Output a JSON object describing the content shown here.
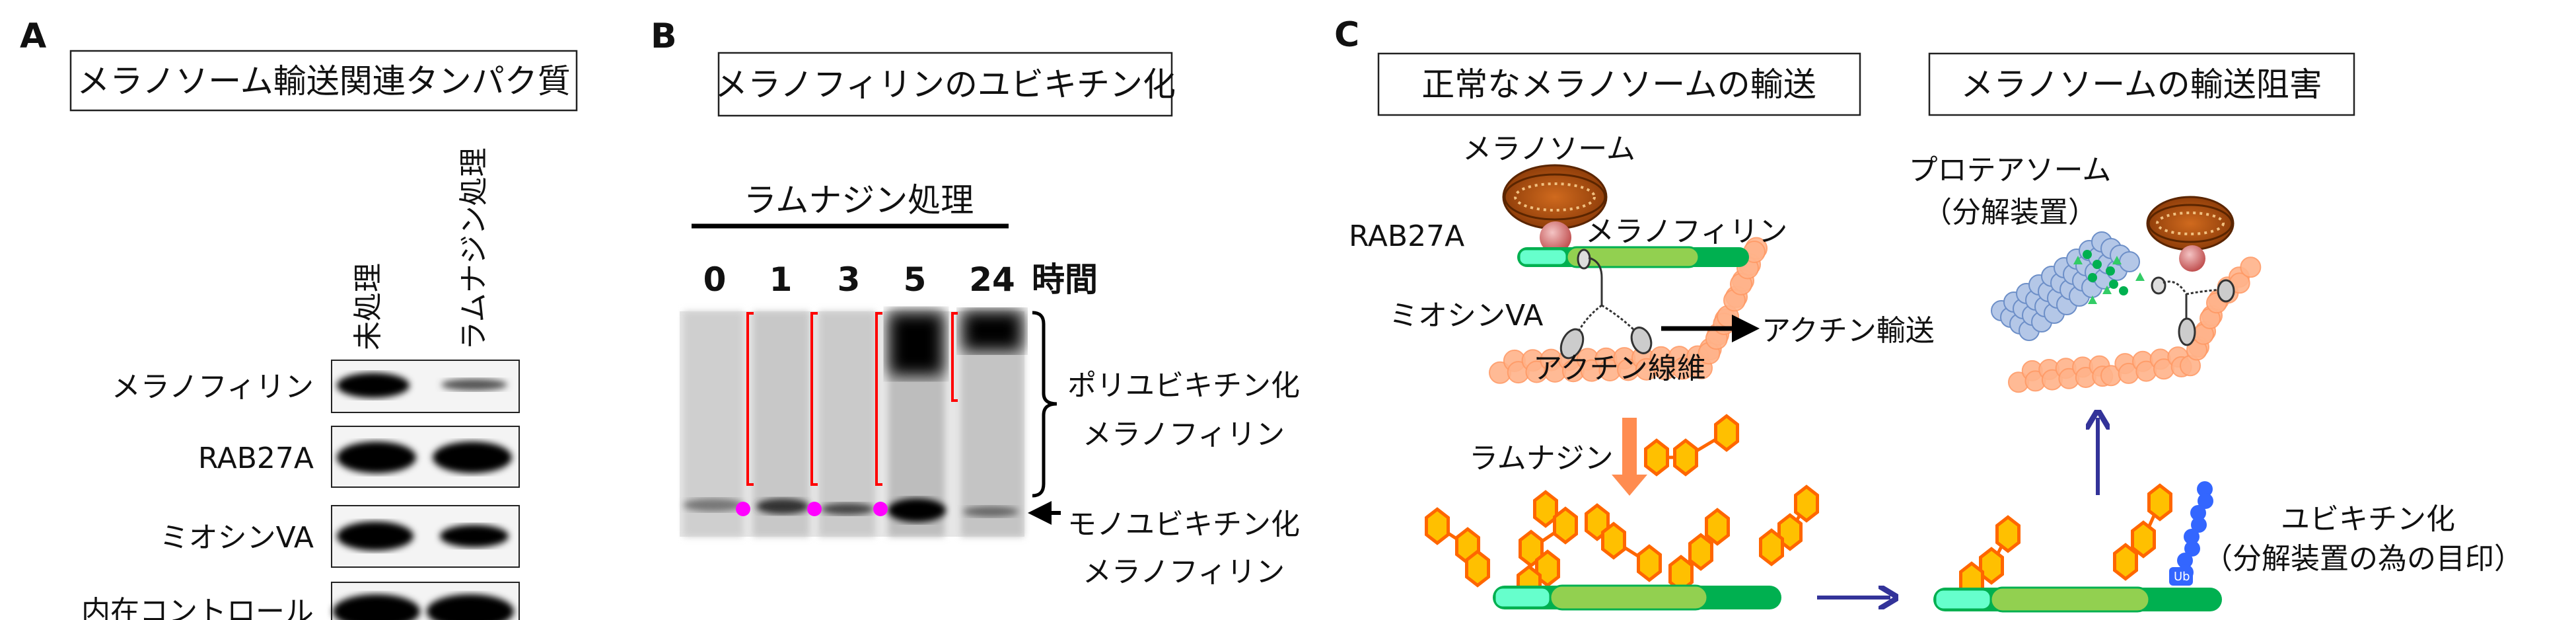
{
  "panels": {
    "a": {
      "letter": "A",
      "title": "メラノソーム輸送関連タンパク質",
      "lanes": [
        "未処理",
        "ラムナジン処理"
      ],
      "rows": [
        "メラノフィリン",
        "RAB27A",
        "ミオシンVA",
        "内在コントロール"
      ]
    },
    "b": {
      "letter": "B",
      "title": "メラノフィリンのユビキチン化",
      "treatment": "ラムナジン処理",
      "timepoints": [
        "0",
        "1",
        "3",
        "5",
        "24"
      ],
      "time_unit": "時間",
      "poly_label": [
        "ポリユビキチン化",
        "メラノフィリン"
      ],
      "mono_label": [
        "モノユビキチン化",
        "メラノフィリン"
      ]
    },
    "c": {
      "letter": "C",
      "title_left": "正常なメラノソームの輸送",
      "title_right": "メラノソームの輸送阻害",
      "melanosome": "メラノソーム",
      "rab27a": "RAB27A",
      "melanophilin": "メラノフィリン",
      "myosin": "ミオシンVA",
      "actin_transport": "アクチン輸送",
      "actin_filament": "アクチン線維",
      "rhamnazin": "ラムナジン",
      "proteasome": [
        "プロテアソーム",
        "（分解装置）"
      ],
      "ubiquitination": [
        "ユビキチン化",
        "（分解装置の為の目印）"
      ],
      "ub_tag": "Ub"
    }
  },
  "colors": {
    "bracket": "#ff0000",
    "mono_dot": "#ff00ff",
    "melanosome": "#b85410",
    "rab27a": "#d98080",
    "bar_cyan": "#66ffcc",
    "bar_green": "#92d050",
    "bar_dark": "#00b050",
    "actin": "#ffb38a",
    "hexagon_fill": "#ffc000",
    "hexagon_stroke": "#ff6600",
    "proteasome": "#b4c7e7",
    "ubiquitin": "#3366ff",
    "flow_arrow": "#333399"
  }
}
